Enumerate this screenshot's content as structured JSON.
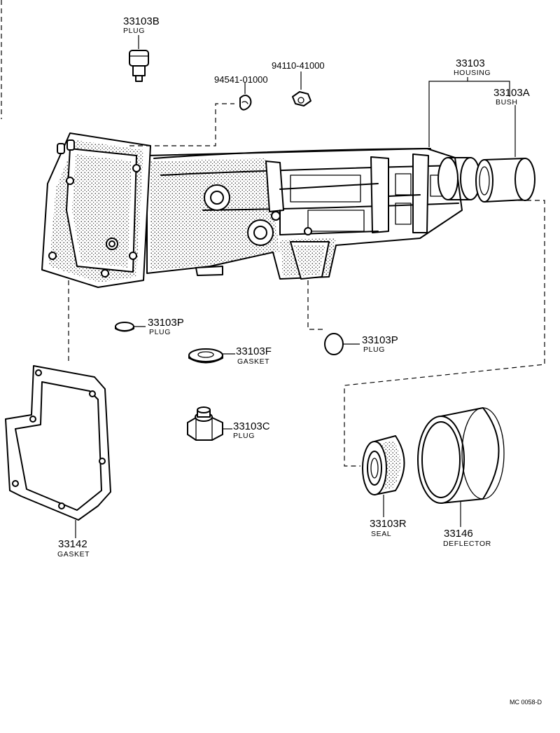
{
  "diagram": {
    "reference_code": "MC 0058-D",
    "parts": [
      {
        "id": "p_33103B",
        "number": "33103B",
        "name": "PLUG"
      },
      {
        "id": "p_94541",
        "number": "94541-01000",
        "name": ""
      },
      {
        "id": "p_94110",
        "number": "94110-41000",
        "name": ""
      },
      {
        "id": "p_33103",
        "number": "33103",
        "name": "HOUSING"
      },
      {
        "id": "p_33103A",
        "number": "33103A",
        "name": "BUSH"
      },
      {
        "id": "p_33103P_a",
        "number": "33103P",
        "name": "PLUG"
      },
      {
        "id": "p_33103F",
        "number": "33103F",
        "name": "GASKET"
      },
      {
        "id": "p_33103P_b",
        "number": "33103P",
        "name": "PLUG"
      },
      {
        "id": "p_33103C",
        "number": "33103C",
        "name": "PLUG"
      },
      {
        "id": "p_33142",
        "number": "33142",
        "name": "GASKET"
      },
      {
        "id": "p_33103R",
        "number": "33103R",
        "name": "SEAL"
      },
      {
        "id": "p_33146",
        "number": "33146",
        "name": "DEFLECTOR"
      }
    ]
  }
}
